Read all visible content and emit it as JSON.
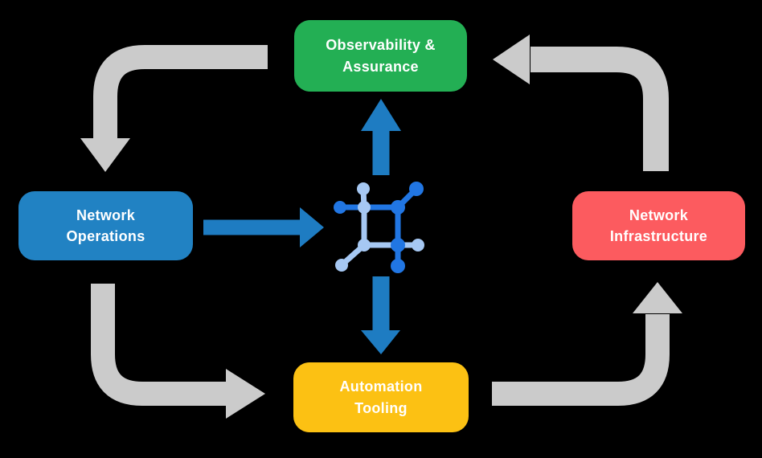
{
  "diagram": {
    "background_color": "#000000",
    "text_color": "#FFFFFF",
    "nodes": [
      {
        "id": "observability-assurance",
        "label": "Observability &\nAssurance",
        "color": "#23AF54"
      },
      {
        "id": "network-operations",
        "label": "Network\nOperations",
        "color": "#2182C3"
      },
      {
        "id": "network-infrastructure",
        "label": "Network\nInfrastructure",
        "color": "#FC5B5F"
      },
      {
        "id": "automation-tooling",
        "label": "Automation\nTooling",
        "color": "#FCC113"
      }
    ],
    "arrows": {
      "cycle_color": "#CBCBCB",
      "hub_color": "#1E7CC2"
    },
    "center_icon": {
      "name": "network-automation-icon",
      "dark_blue": "#2176E3",
      "light_blue": "#A6C8F3"
    }
  }
}
